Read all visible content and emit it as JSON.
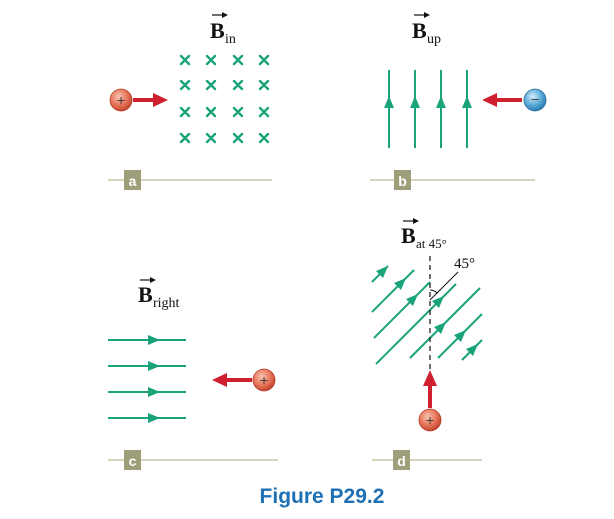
{
  "panels": {
    "a": {
      "label": "a",
      "field_symbol": "B",
      "field_subscript": "in",
      "charge_sign": "+"
    },
    "b": {
      "label": "b",
      "field_symbol": "B",
      "field_subscript": "up",
      "charge_sign": "−"
    },
    "c": {
      "label": "c",
      "field_symbol": "B",
      "field_subscript": "right",
      "charge_sign": "+"
    },
    "d": {
      "label": "d",
      "field_symbol": "B",
      "field_subscript": "at 45°",
      "angle_label": "45°",
      "charge_sign": "+"
    }
  },
  "caption": "Figure P29.2",
  "colors": {
    "field": "#1aa37a",
    "velocity": "#d01f2e",
    "positive_charge": "#e8755a",
    "negative_charge": "#5aaad8",
    "label_tab": "#9e9e7a",
    "baseline": "#c8c8a8",
    "caption": "#1f6fb5"
  }
}
